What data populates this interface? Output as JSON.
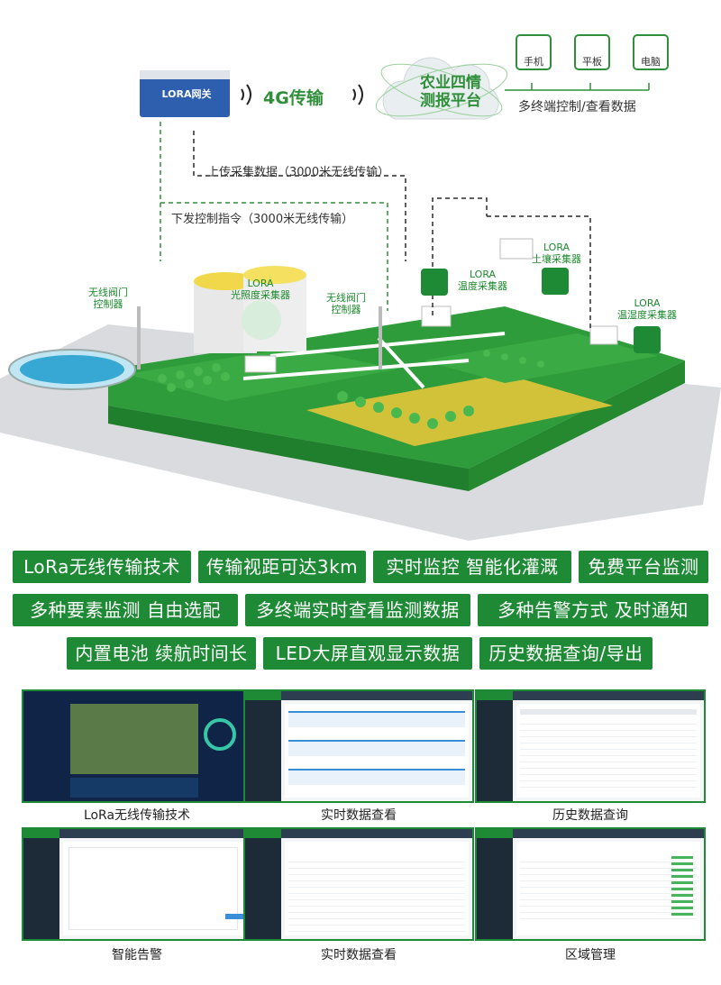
{
  "diagram": {
    "gateway_label": "LORA网关",
    "transmission_label": "4G传输",
    "cloud_label": "农业四情\n测报平台",
    "terminals": [
      {
        "label": "手机",
        "icon": "phone-icon"
      },
      {
        "label": "平板",
        "icon": "tablet-icon"
      },
      {
        "label": "电脑",
        "icon": "computer-icon"
      }
    ],
    "terminals_caption": "多终端控制/查看数据",
    "upload_label": "上传采集数据（3000米无线传输）",
    "command_label": "下发控制指令（3000米无线传输）",
    "valve_left": "无线阀门\n控制器",
    "valve_right": "无线阀门\n控制器",
    "light_sensor": "LORA\n光照度采集器",
    "temp_sensor": "LORA\n温度采集器",
    "soil_sensor": "LORA\n土壤采集器",
    "humid_sensor": "LORA\n温湿度采集器",
    "accent_color": "#1f8a35"
  },
  "features": [
    "LoRa无线传输技术",
    "传输视距可达3km",
    "实时监控  智能化灌溉",
    "免费平台监测",
    "多种要素监测  自由选配",
    "多终端实时查看监测数据",
    "多种告警方式  及时通知",
    "内置电池 续航时间长",
    "LED大屏直观显示数据",
    "历史数据查询/导出"
  ],
  "screenshots": [
    {
      "caption": "LoRa无线传输技术"
    },
    {
      "caption": "实时数据查看"
    },
    {
      "caption": "历史数据查询"
    },
    {
      "caption": "智能告警"
    },
    {
      "caption": "实时数据查看"
    },
    {
      "caption": "区域管理"
    }
  ]
}
